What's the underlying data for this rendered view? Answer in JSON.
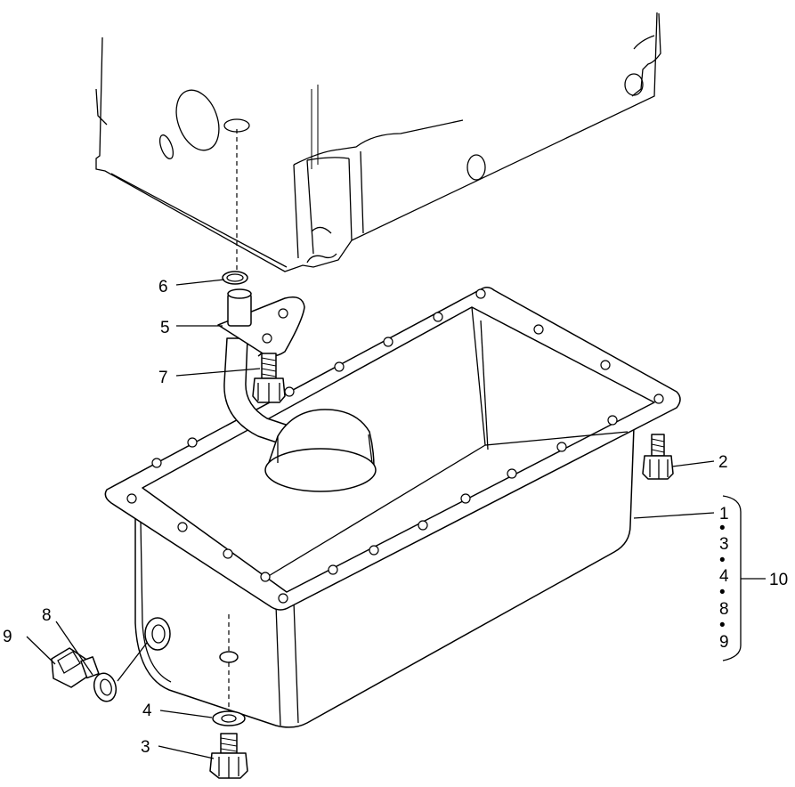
{
  "callouts": {
    "c1": "1",
    "c2": "2",
    "c3": "3",
    "c4": "4",
    "c5": "5",
    "c6": "6",
    "c7": "7",
    "c8": "8",
    "c9": "9",
    "c10": "10"
  },
  "kit_group": {
    "items": [
      "1",
      "3",
      "4",
      "8",
      "9"
    ],
    "separator": "•",
    "total": "10"
  }
}
